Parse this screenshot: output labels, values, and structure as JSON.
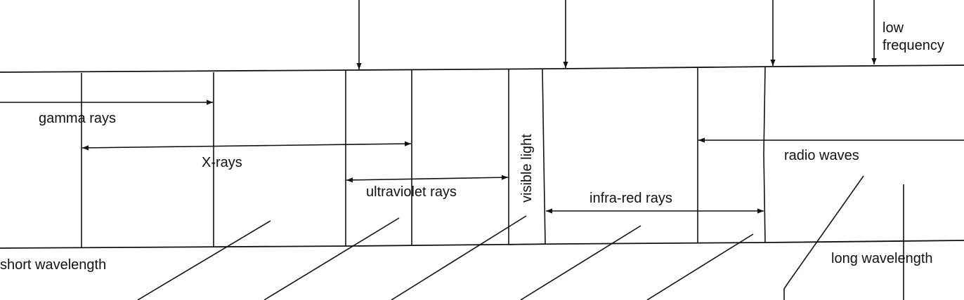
{
  "labels": {
    "low_frequency_1": "low",
    "low_frequency_2": "frequency",
    "gamma_rays": "gamma rays",
    "x_rays": "X-rays",
    "ultraviolet_rays": "ultraviolet rays",
    "visible_light": "visible light",
    "infra_red_rays": "infra-red rays",
    "radio_waves": "radio waves",
    "short_wavelength": "short wavelength",
    "long_wavelength": "long wavelength"
  },
  "colors": {
    "ink": "#111111",
    "background": "#ffffff"
  }
}
